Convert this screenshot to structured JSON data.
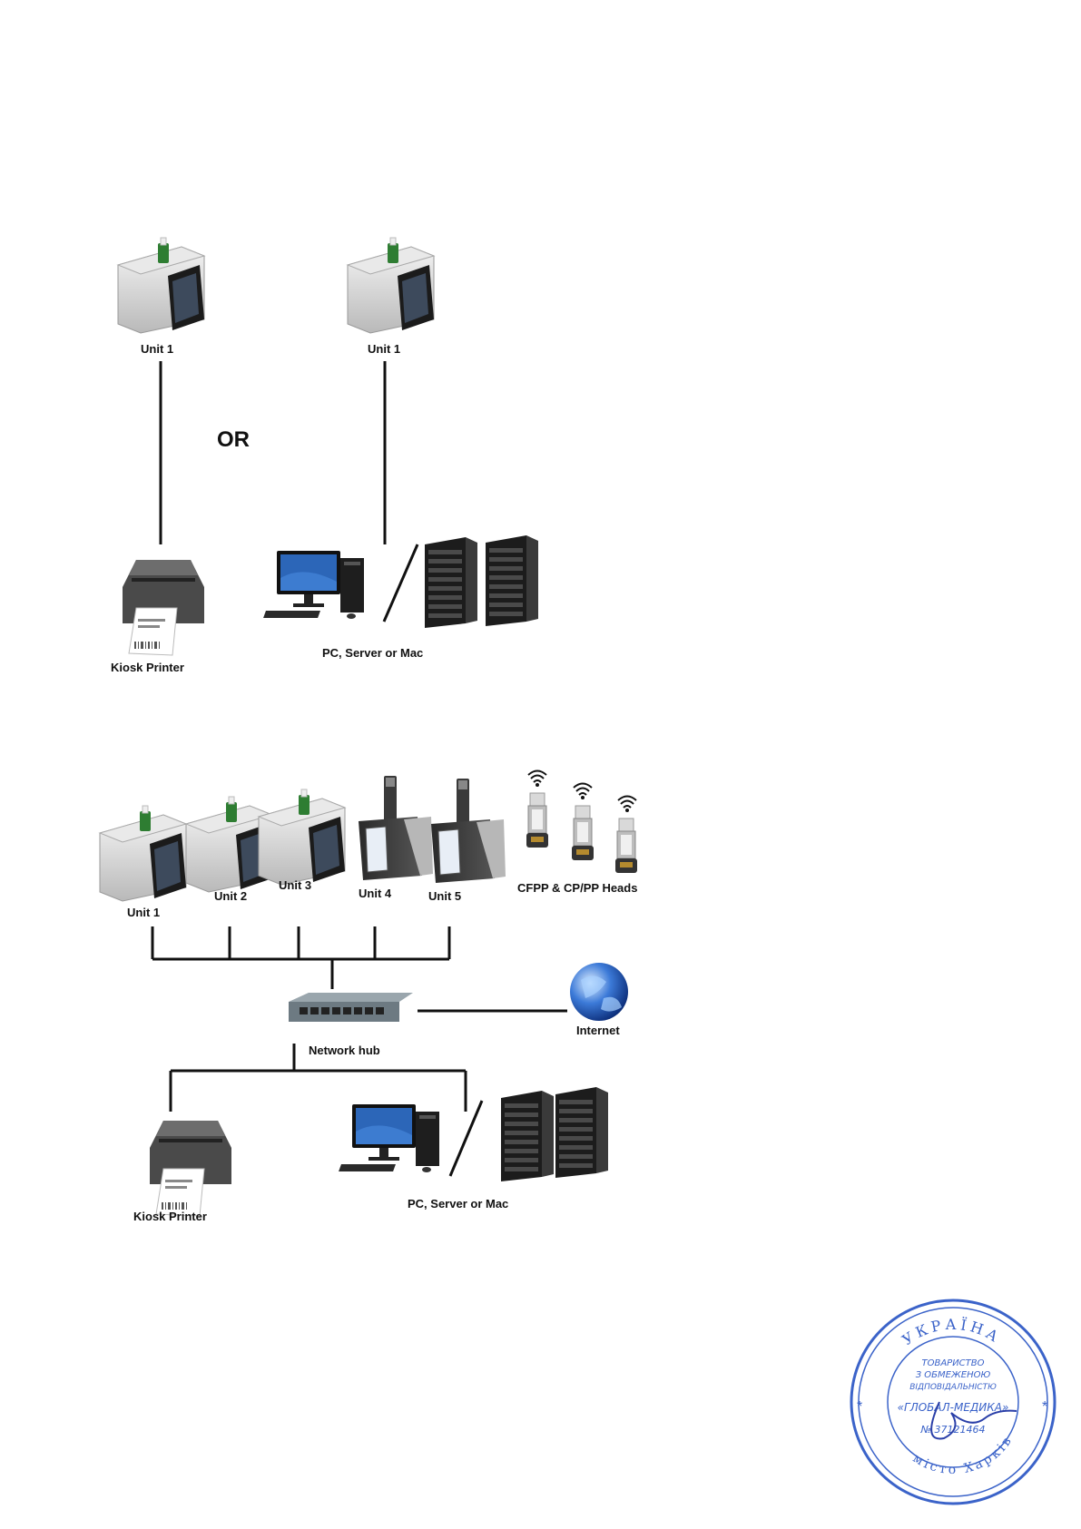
{
  "top": {
    "left_unit_label": "Unit 1",
    "right_unit_label": "Unit 1",
    "or_label": "OR",
    "printer_label": "Kiosk Printer",
    "pc_label": "PC, Server or Mac"
  },
  "network": {
    "units": [
      "Unit 1",
      "Unit 2",
      "Unit 3",
      "Unit 4",
      "Unit 5"
    ],
    "heads_label": "CFPP & CP/PP Heads",
    "hub_label": "Network hub",
    "internet_label": "Internet",
    "printer_label": "Kiosk Printer",
    "pc_label": "PC, Server or Mac"
  },
  "stamp": {
    "top_text": "УКРАЇНА",
    "line1": "ТОВАРИСТВО",
    "line2": "З ОБМЕЖЕНОЮ",
    "line3": "ВІДПОВІДАЛЬНІСТЮ",
    "name": "«ГЛОБАЛ-МЕДИКА»",
    "code": "№ 37121464",
    "bottom_text": "місто Харків"
  },
  "colors": {
    "line": "#111111",
    "stamp": "#3b63c9"
  }
}
